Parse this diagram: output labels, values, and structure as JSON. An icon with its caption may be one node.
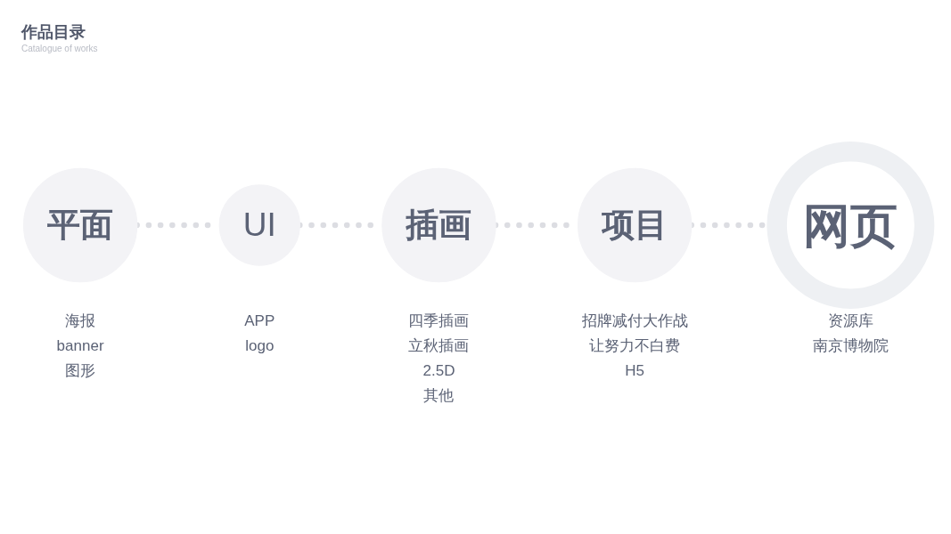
{
  "diagram": {
    "title": "作品目录",
    "nodes": [
      {
        "text": [
          "平面"
        ],
        "beside": [
          "海报",
          "banner",
          "图形"
        ]
      },
      {
        "text": [
          "UI"
        ],
        "beside": [
          "APP",
          "logo"
        ]
      },
      {
        "text": [
          "插画"
        ],
        "beside": [
          "四季插画",
          "立秋插画",
          "2.5D",
          "其他"
        ]
      },
      {
        "text": [
          "项目"
        ],
        "beside": [
          "招牌减付大作战",
          "让努力不白费",
          "H5"
        ]
      },
      {
        "text": [
          "网页"
        ],
        "beside": [
          "资源库",
          "南京博物院"
        ]
      }
    ],
    "edges": [
      {
        "from": 0,
        "to": 1,
        "arrow": "none",
        "style": "dashed"
      },
      {
        "from": 1,
        "to": 2,
        "arrow": "none",
        "style": "dashed"
      },
      {
        "from": 2,
        "to": 3,
        "arrow": "none",
        "style": "dashed"
      },
      {
        "from": 3,
        "to": 4,
        "arrow": "none",
        "style": "dashed"
      }
    ],
    "labels": [
      "Catalogue of works"
    ]
  }
}
